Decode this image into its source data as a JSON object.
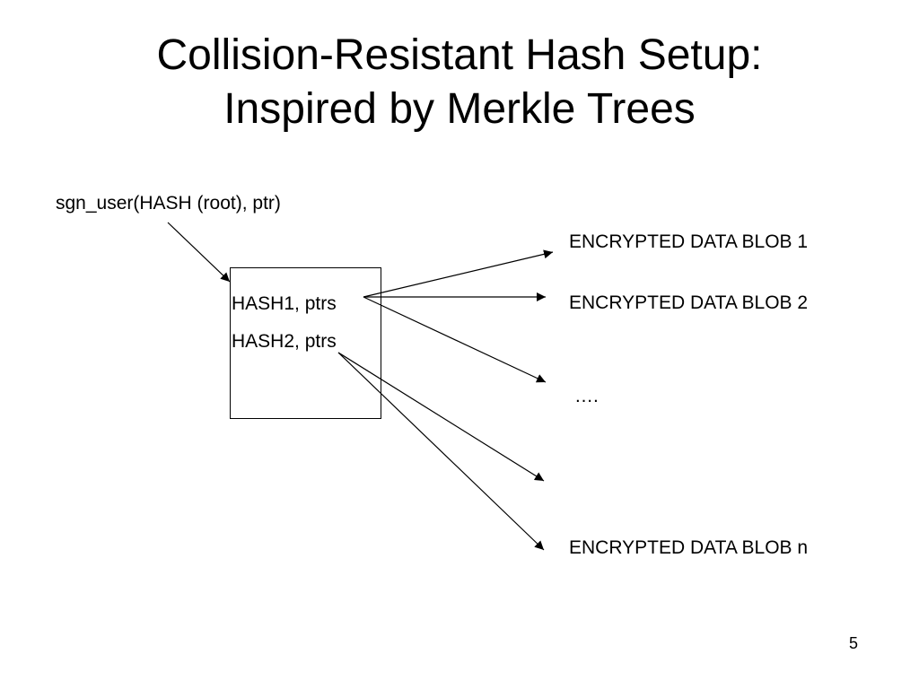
{
  "title": {
    "line1": "Collision-Resistant Hash Setup:",
    "line2": "Inspired by Merkle Trees"
  },
  "diagram": {
    "root_label": "sgn_user(HASH (root), ptr)",
    "box_entries": [
      "HASH1, ptrs",
      "HASH2, ptrs"
    ],
    "blobs": [
      "ENCRYPTED DATA BLOB 1",
      "ENCRYPTED DATA BLOB 2",
      "….",
      "ENCRYPTED DATA BLOB n"
    ]
  },
  "page_number": "5"
}
